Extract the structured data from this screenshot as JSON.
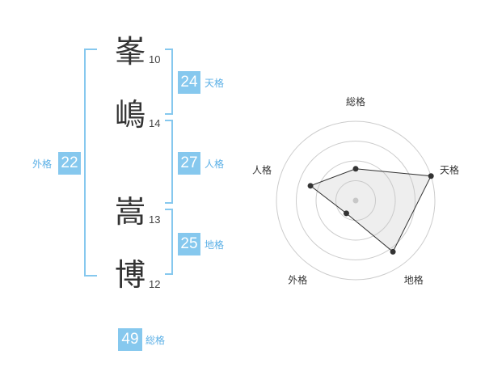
{
  "name": {
    "chars": [
      {
        "char": "峯",
        "strokes": "10"
      },
      {
        "char": "嶋",
        "strokes": "14"
      },
      {
        "char": "嵩",
        "strokes": "13"
      },
      {
        "char": "博",
        "strokes": "12"
      }
    ]
  },
  "fortunes": {
    "tenkaku": {
      "label": "天格",
      "value": "24"
    },
    "jinkaku": {
      "label": "人格",
      "value": "27"
    },
    "chikaku": {
      "label": "地格",
      "value": "25"
    },
    "gaikaku": {
      "label": "外格",
      "value": "22"
    },
    "soukaku": {
      "label": "総格",
      "value": "49"
    }
  },
  "colors": {
    "accent": "#86c8ee",
    "label": "#5cb0e6"
  },
  "chart_data": {
    "type": "radar",
    "axes": [
      "総格",
      "天格",
      "地格",
      "外格",
      "人格"
    ],
    "values": [
      2,
      5,
      4,
      1,
      3
    ],
    "max": 5,
    "rings": 4
  }
}
